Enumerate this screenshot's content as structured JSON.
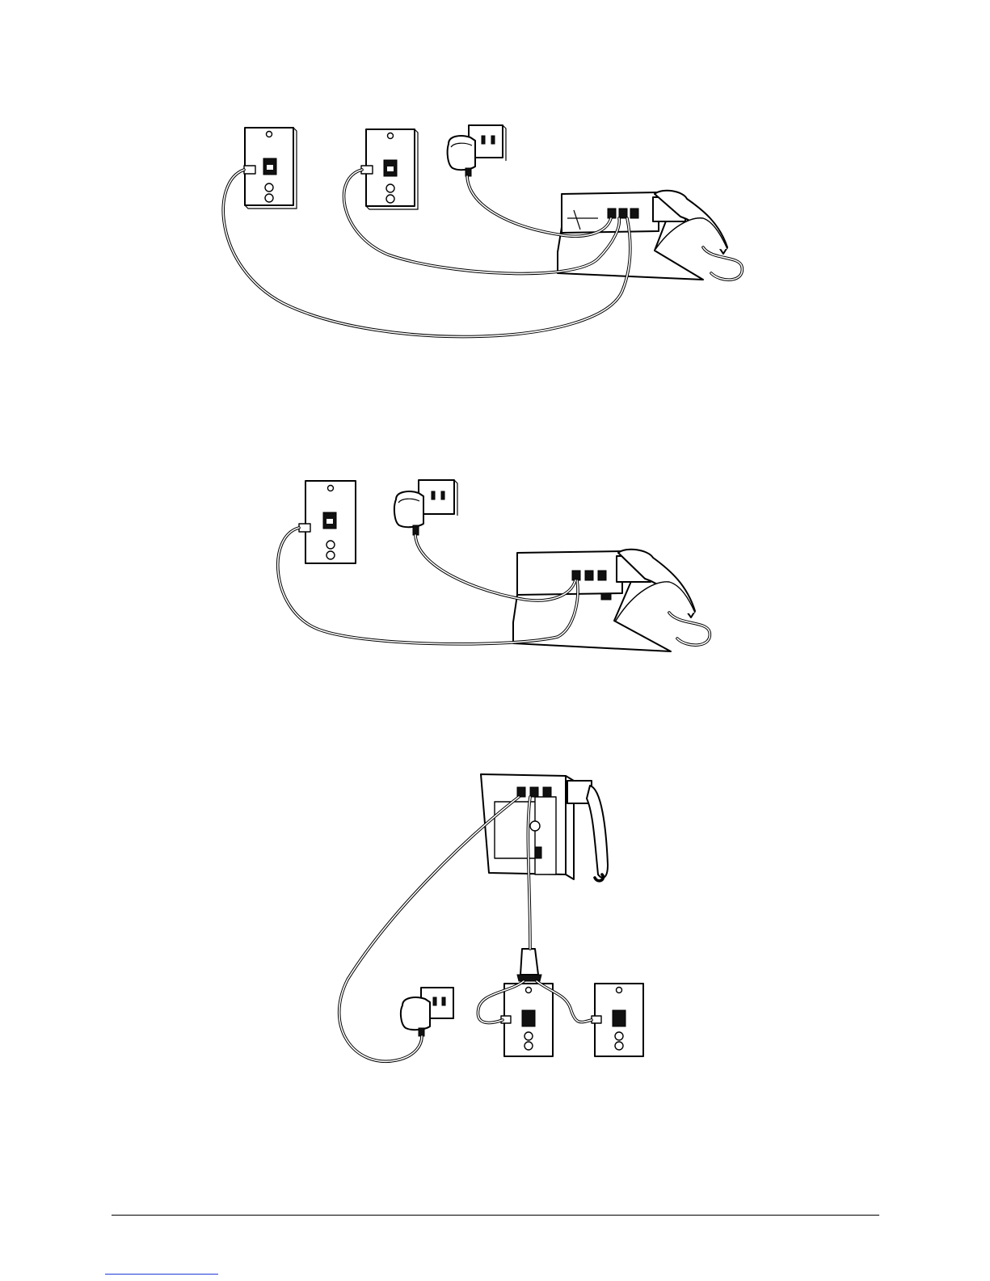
{
  "page": {
    "figures": [
      {
        "id": "fig1",
        "description_key": "two-line-wall-jacks-to-desk-phone"
      },
      {
        "id": "fig2",
        "description_key": "single-line-wall-jack-to-desk-phone"
      },
      {
        "id": "fig3",
        "description_key": "two-line-splitter-to-wall-mounted-phone"
      }
    ]
  },
  "colors": {
    "outline": "#000000",
    "fill": "#ffffff",
    "link_rule": "#1f3ad6"
  },
  "icons": [
    "wall-jack-icon",
    "power-outlet-icon",
    "ac-adapter-icon",
    "desk-phone-icon",
    "wall-mount-phone-icon",
    "line-splitter-icon"
  ]
}
